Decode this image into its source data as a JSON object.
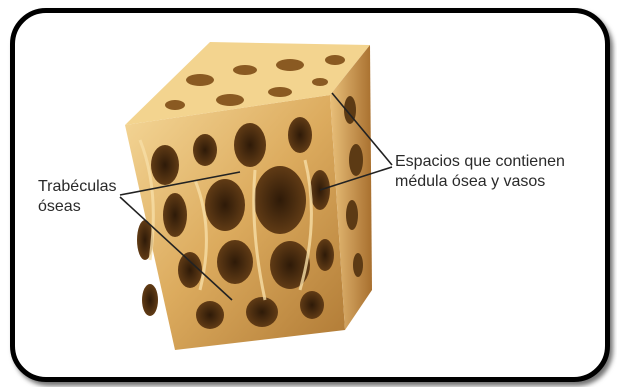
{
  "labels": {
    "trabeculas": {
      "lines": [
        "Trabéculas",
        "óseas"
      ]
    },
    "espacios": {
      "lines": [
        "Espacios que contienen",
        "médula ósea y vasos"
      ]
    }
  },
  "colors": {
    "bone_light": "#f2cf8a",
    "bone_mid": "#d9a85a",
    "bone_dark": "#8a5a22",
    "cavity": "#4a2e12",
    "frame_border": "#000000"
  }
}
